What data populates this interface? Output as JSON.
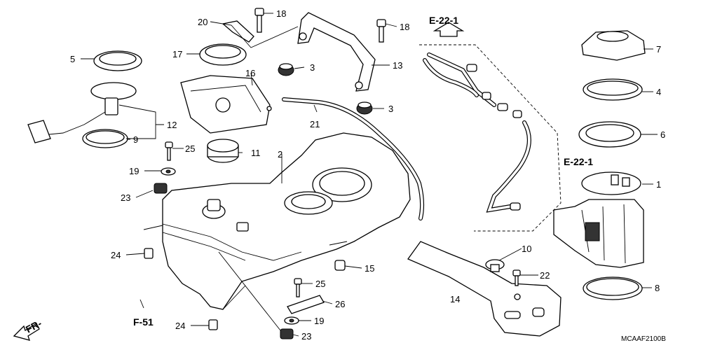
{
  "callouts": [
    {
      "key": "c1",
      "label": "1"
    },
    {
      "key": "c2",
      "label": "2"
    },
    {
      "key": "c3a",
      "label": "3"
    },
    {
      "key": "c3b",
      "label": "3"
    },
    {
      "key": "c4",
      "label": "4"
    },
    {
      "key": "c5",
      "label": "5"
    },
    {
      "key": "c6",
      "label": "6"
    },
    {
      "key": "c7",
      "label": "7"
    },
    {
      "key": "c8",
      "label": "8"
    },
    {
      "key": "c9",
      "label": "9"
    },
    {
      "key": "c10",
      "label": "10"
    },
    {
      "key": "c11",
      "label": "11"
    },
    {
      "key": "c12",
      "label": "12"
    },
    {
      "key": "c13",
      "label": "13"
    },
    {
      "key": "c14",
      "label": "14"
    },
    {
      "key": "c15",
      "label": "15"
    },
    {
      "key": "c16",
      "label": "16"
    },
    {
      "key": "c17",
      "label": "17"
    },
    {
      "key": "c18a",
      "label": "18"
    },
    {
      "key": "c18b",
      "label": "18"
    },
    {
      "key": "c19a",
      "label": "19"
    },
    {
      "key": "c19b",
      "label": "19"
    },
    {
      "key": "c20",
      "label": "20"
    },
    {
      "key": "c21",
      "label": "21"
    },
    {
      "key": "c22",
      "label": "22"
    },
    {
      "key": "c23a",
      "label": "23"
    },
    {
      "key": "c23b",
      "label": "23"
    },
    {
      "key": "c24a",
      "label": "24"
    },
    {
      "key": "c24b",
      "label": "24"
    },
    {
      "key": "c25a",
      "label": "25"
    },
    {
      "key": "c25b",
      "label": "25"
    },
    {
      "key": "c26",
      "label": "26"
    }
  ],
  "references": {
    "e22_top": "E-22-1",
    "e22_mid": "E-22-1",
    "f51": "F-51",
    "front": "FR-"
  },
  "diagram_code": "MCAAF2100B"
}
